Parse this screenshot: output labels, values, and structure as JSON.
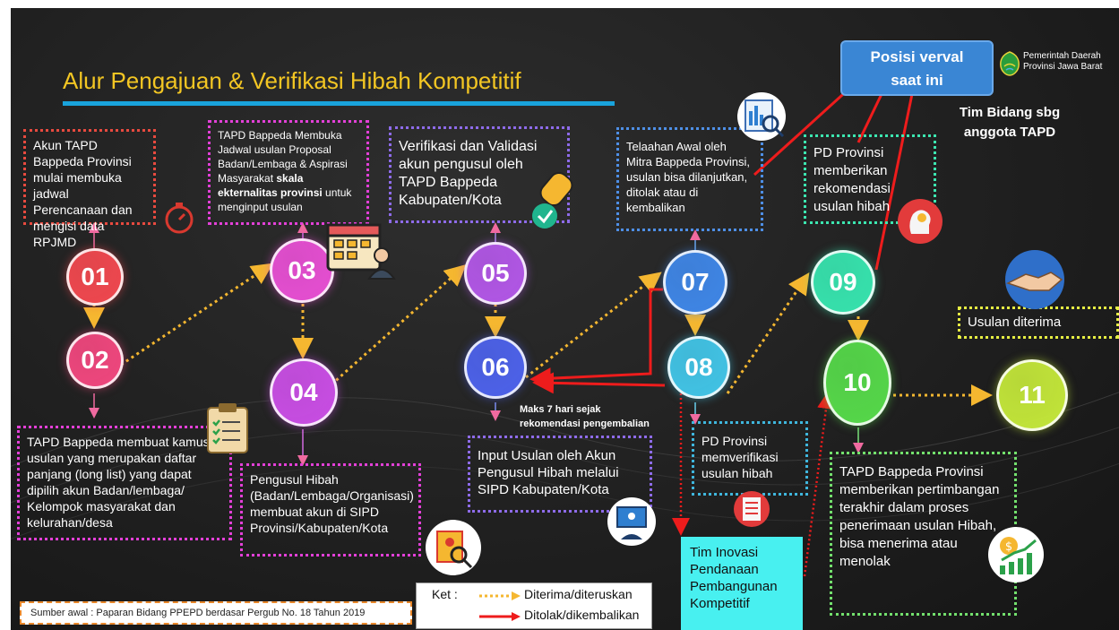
{
  "title": "Alur Pengajuan & Verifikasi Hibah Kompetitif",
  "posisi_verval": "Posisi verval\nsaat ini",
  "pemda": "Pemerintah Daerah\nProvinsi Jawa Barat",
  "tim_bidang": "Tim Bidang sbg\nanggota TAPD",
  "nodes": {
    "n01": "01",
    "n02": "02",
    "n03": "03",
    "n04": "04",
    "n05": "05",
    "n06": "06",
    "n07": "07",
    "n08": "08",
    "n09": "09",
    "n10": "10",
    "n11": "11"
  },
  "boxes": {
    "b01": "Akun TAPD Bappeda Provinsi mulai membuka jadwal Perencanaan dan mengisi data RPJMD",
    "b02": "TAPD Bappeda membuat kamus usulan yang merupakan daftar panjang (long list) yang dapat dipilih akun Badan/lembaga/ Kelompok masyarakat dan kelurahan/desa",
    "b03_a": "TAPD Bappeda Membuka Jadwal usulan Proposal Badan/Lembaga & Aspirasi Masyarakat ",
    "b03_b": "skala ekternalitas provinsi",
    "b03_c": " untuk menginput usulan",
    "b04": "Pengusul Hibah (Badan/Lembaga/Organisasi) membuat akun di SIPD Provinsi/Kabupaten/Kota",
    "b05": "Verifikasi dan Validasi akun pengusul oleh TAPD Bappeda Kabupaten/Kota",
    "b06": "Input Usulan oleh Akun Pengusul Hibah melalui SIPD Kabupaten/Kota",
    "b07": "Telaahan Awal oleh Mitra Bappeda Provinsi, usulan bisa dilanjutkan, ditolak atau di kembalikan",
    "b08": "PD Provinsi memverifikasi usulan hibah",
    "b09": "PD Provinsi memberikan rekomendasi usulan hibah",
    "b10": "TAPD Bappeda Provinsi memberikan pertimbangan terakhir dalam proses penerimaan usulan Hibah, bisa menerima atau menolak",
    "b11": "Usulan diterima"
  },
  "maks": "Maks 7 hari sejak\nrekomendasi pengembalian",
  "tim_inovasi": "Tim Inovasi\nPendanaan\nPembangunan\nKompetitif",
  "sumber": "Sumber awal : Paparan Bidang PPEPD berdasar Pergub No. 18 Tahun 2019",
  "ket": {
    "label": "Ket :",
    "accepted": "Diterima/diteruskan",
    "rejected": "Ditolak/dikembalikan"
  },
  "colors": {
    "n01": "#f0484f",
    "n02": "#f0477e",
    "n03": "#e64fd2",
    "n04": "#c94ee4",
    "n05": "#b257e6",
    "n06": "#4d62ea",
    "n07": "#3f86e6",
    "n08": "#42c4e6",
    "n09": "#37e3ae",
    "n10": "#56d84a",
    "n11": "#c3e63a",
    "accepted_arrow": "#f5b730",
    "rejected_arrow": "#ee1c1c"
  }
}
